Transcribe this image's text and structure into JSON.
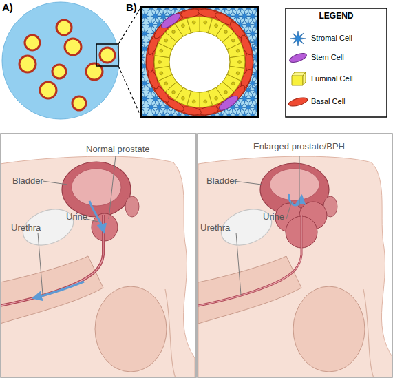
{
  "diagram": {
    "labels": [
      "A)",
      "B)",
      "LEGEND",
      "Normal prostate",
      "Bladder",
      "Urine",
      "Urethra",
      "Enlarged prostate/BPH",
      "Bladder",
      "Urine",
      "Urethra"
    ],
    "legend": [
      {
        "text": "Stromal Cell"
      },
      {
        "text": "Stem Cell"
      },
      {
        "text": "Luminal Cell"
      },
      {
        "text": "Basal Cell"
      }
    ]
  }
}
